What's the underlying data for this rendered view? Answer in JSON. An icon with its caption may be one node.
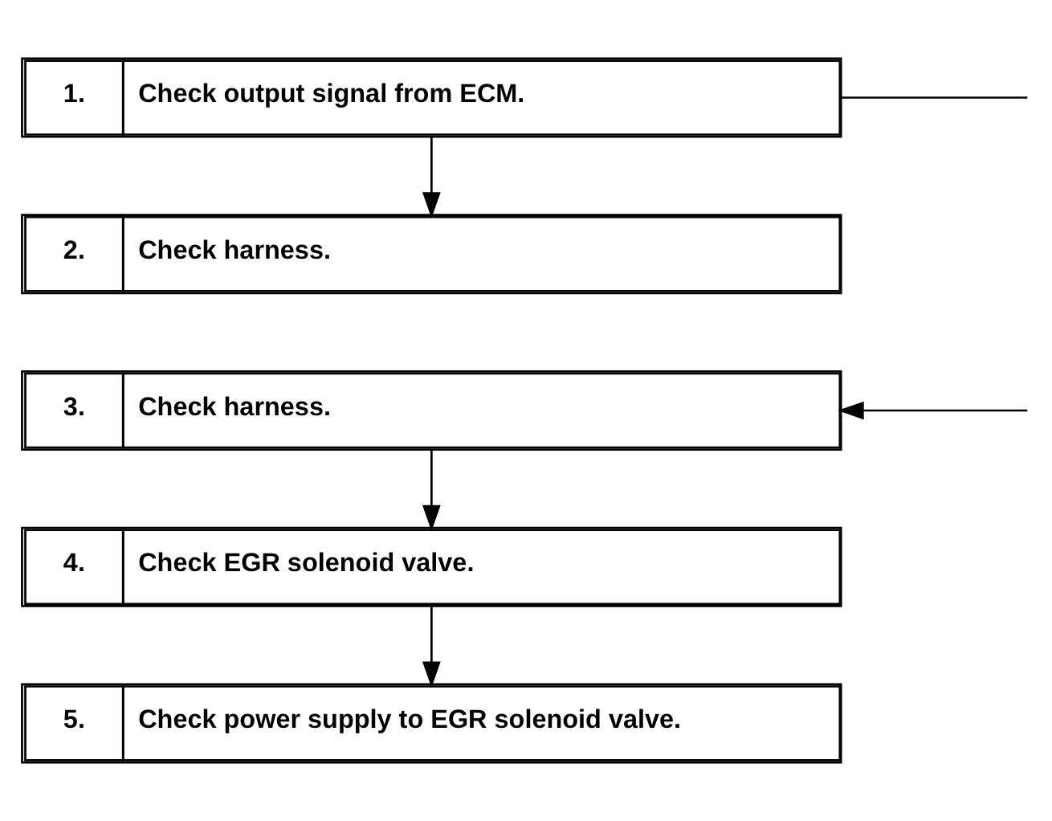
{
  "diagram": {
    "nodes": [
      {
        "text": [
          "1.",
          "Check output signal from ECM."
        ]
      },
      {
        "text": [
          "2.",
          "Check harness."
        ]
      },
      {
        "text": [
          "3.",
          "Check harness."
        ]
      },
      {
        "text": [
          "4.",
          "Check EGR solenoid valve."
        ]
      },
      {
        "text": [
          "5.",
          "Check power supply to EGR solenoid valve."
        ]
      }
    ],
    "edges": [
      {
        "from": 0,
        "to": 1,
        "arrow": "to"
      },
      {
        "from": 0,
        "to": null,
        "arrow": "none"
      },
      {
        "from": null,
        "to": 2,
        "arrow": "to"
      },
      {
        "from": 2,
        "to": 3,
        "arrow": "to"
      },
      {
        "from": 3,
        "to": 4,
        "arrow": "to"
      }
    ]
  }
}
